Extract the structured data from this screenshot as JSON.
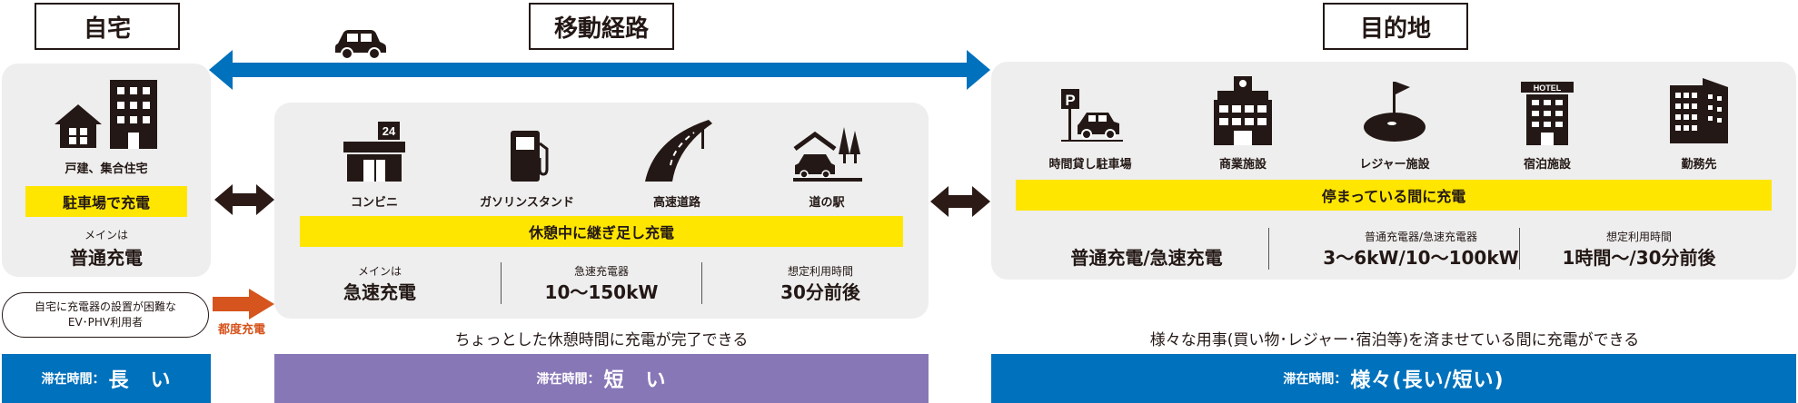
{
  "home": {
    "title": "自宅",
    "building_label": "戸建、集合住宅",
    "charge_place": "駐車場で充電",
    "main_label": "メインは",
    "main_value": "普通充電",
    "difficult_note_1": "自宅に充電器の設置が困難な",
    "difficult_note_2": "EV･PHV利用者",
    "each_time_label": "都度充電",
    "stay_label": "滞在時間：",
    "stay_value": "長　い"
  },
  "route": {
    "title": "移動経路",
    "icons": [
      {
        "label": "コンビニ",
        "icon": "convenience-store-icon",
        "badge": "24"
      },
      {
        "label": "ガソリンスタンド",
        "icon": "gas-station-icon"
      },
      {
        "label": "高速道路",
        "icon": "highway-icon"
      },
      {
        "label": "道の駅",
        "icon": "roadside-station-icon"
      }
    ],
    "banner": "休憩中に継ぎ足し充電",
    "stat1_small": "メインは",
    "stat1_big": "急速充電",
    "stat2_small": "急速充電器",
    "stat2_big": "10〜150kW",
    "stat3_small": "想定利用時間",
    "stat3_big": "30分前後",
    "caption": "ちょっとした休憩時間に充電が完了できる",
    "stay_label": "滞在時間：",
    "stay_value": "短　い"
  },
  "destination": {
    "title": "目的地",
    "icons": [
      {
        "label": "時間貸し駐車場",
        "icon": "parking-icon",
        "badge": "P"
      },
      {
        "label": "商業施設",
        "icon": "commercial-facility-icon"
      },
      {
        "label": "レジャー施設",
        "icon": "golf-icon"
      },
      {
        "label": "宿泊施設",
        "icon": "hotel-icon",
        "badge": "HOTEL"
      },
      {
        "label": "勤務先",
        "icon": "office-icon"
      }
    ],
    "banner": "停まっている間に充電",
    "stat1_big": "普通充電/急速充電",
    "stat2_small": "普通充電器/急速充電器",
    "stat2_big": "3〜6kW/10〜100kW",
    "stat3_small": "想定利用時間",
    "stat3_big": "1時間〜/30分前後",
    "caption": "様々な用事(買い物･レジャー･宿泊等)を済ませている間に充電ができる",
    "stay_label": "滞在時間：",
    "stay_value": "様々(長い/短い)"
  },
  "colors": {
    "blue": "#0071bc",
    "purple": "#8877b7",
    "yellow": "#ffe600",
    "orange": "#d6541d",
    "dark": "#231815",
    "panel": "#eeeeee"
  }
}
